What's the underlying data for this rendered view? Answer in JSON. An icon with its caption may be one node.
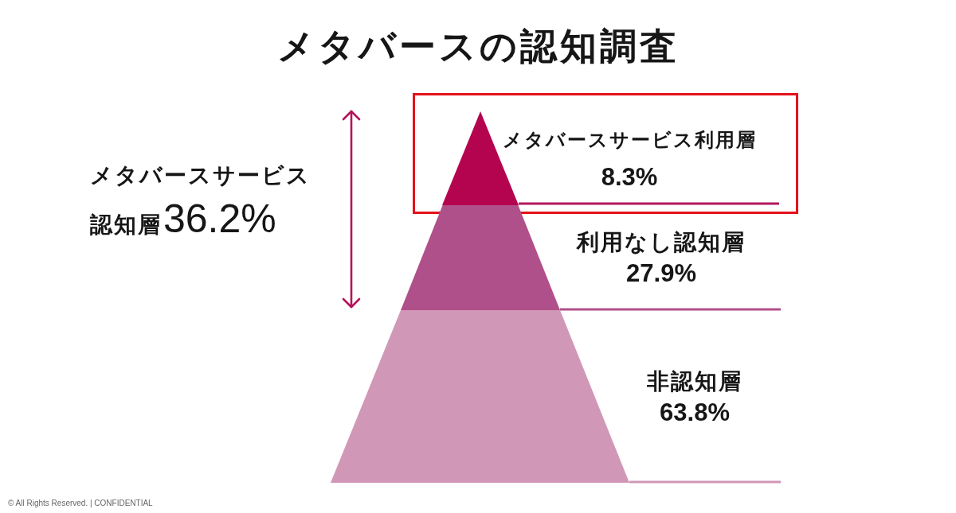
{
  "diagram": {
    "title": "メタバースの認知調査",
    "nodes": [
      {
        "text": [],
        "shape": "box"
      },
      {
        "text": [],
        "shape": "triangle",
        "in": 0,
        "beside": [
          "メタバースサービス利用層",
          "8.3%"
        ]
      },
      {
        "text": [],
        "shape": "trapezoid",
        "beside": [
          "利用なし認知層",
          "27.9%"
        ]
      },
      {
        "text": [],
        "shape": "trapezoid",
        "beside": [
          "非認知層",
          "63.8%"
        ]
      }
    ],
    "labels": [
      "メタバースサービス認知層",
      "36.2%",
      "© All Rights Reserved. | CONFIDENTIAL"
    ]
  }
}
